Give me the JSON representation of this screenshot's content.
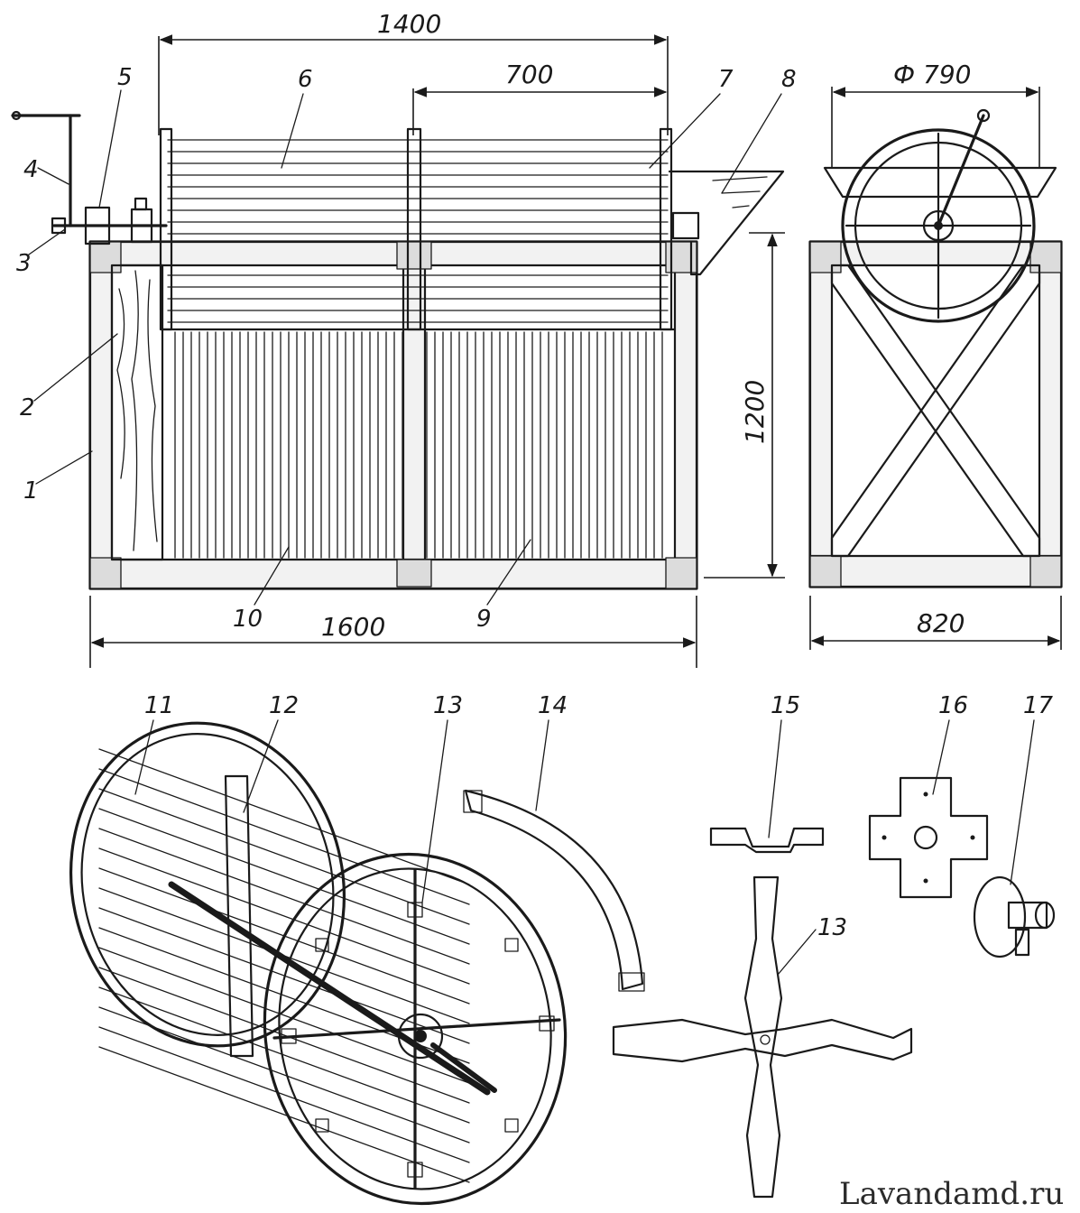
{
  "dimensions": {
    "top_length": "1400",
    "half_length": "700",
    "drum_diameter": "Ф 790",
    "height": "1200",
    "total_length": "1600",
    "frame_width": "820"
  },
  "callouts": {
    "n1": "1",
    "n2": "2",
    "n3": "3",
    "n4": "4",
    "n5": "5",
    "n6": "6",
    "n7": "7",
    "n8": "8",
    "n9": "9",
    "n10": "10",
    "n11": "11",
    "n12": "12",
    "n13": "13",
    "n14": "14",
    "n15": "15",
    "n16": "16",
    "n17": "17",
    "n13b": "13"
  },
  "watermark": "Lavandamd.ru"
}
